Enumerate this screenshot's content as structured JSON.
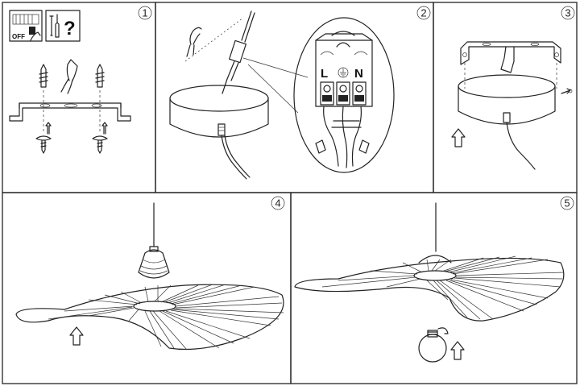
{
  "panels": [
    {
      "number": "1",
      "icons": [
        "switch-off-icon",
        "tools-question-icon"
      ],
      "off_label": "OFF",
      "question": "?"
    },
    {
      "number": "2",
      "terminal_labels": [
        "L",
        "N"
      ]
    },
    {
      "number": "3"
    },
    {
      "number": "4"
    },
    {
      "number": "5"
    }
  ]
}
